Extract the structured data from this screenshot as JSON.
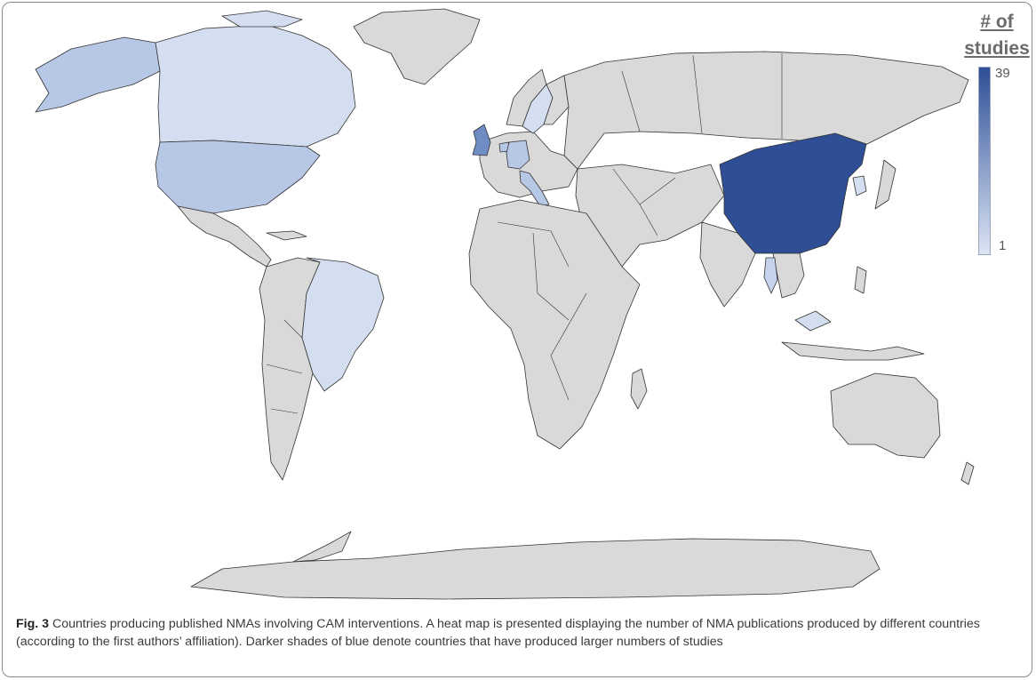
{
  "legend": {
    "title": "# of studies",
    "max_label": "39",
    "min_label": "1",
    "color_max": "#2e4f96",
    "color_min": "#dbe4f4"
  },
  "map": {
    "default_fill": "#d9d9d9",
    "border_color": "#333333",
    "highlighted": [
      {
        "region": "China",
        "fill": "#2e4f96"
      },
      {
        "region": "United States",
        "fill": "#b7c7e6"
      },
      {
        "region": "Alaska",
        "fill": "#b7c7e6"
      },
      {
        "region": "Canada",
        "fill": "#d4def1"
      },
      {
        "region": "Brazil",
        "fill": "#d4def1"
      },
      {
        "region": "United Kingdom",
        "fill": "#6f8cc4"
      },
      {
        "region": "Germany",
        "fill": "#b7c7e6"
      },
      {
        "region": "Italy",
        "fill": "#b7c7e6"
      },
      {
        "region": "Sweden",
        "fill": "#d4def1"
      },
      {
        "region": "Netherlands",
        "fill": "#b7c7e6"
      },
      {
        "region": "Korea",
        "fill": "#d4def1"
      },
      {
        "region": "Thailand",
        "fill": "#c5d2ec"
      },
      {
        "region": "Malaysia",
        "fill": "#d4def1"
      }
    ]
  },
  "caption": {
    "label": "Fig. 3",
    "text": " Countries producing published NMAs involving CAM interventions. A heat map is presented displaying the number of NMA publications produced by different countries (according to the first authors’ affiliation). Darker shades of blue denote countries that have produced larger numbers of studies"
  }
}
